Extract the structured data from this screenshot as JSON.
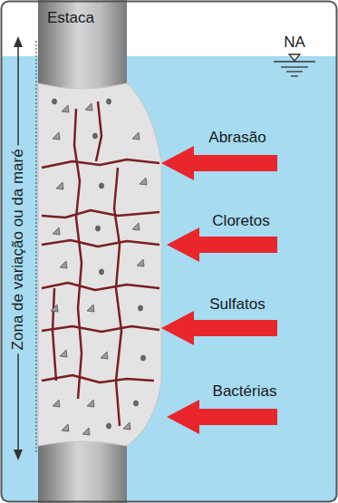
{
  "diagram": {
    "labels": [
      "Estaca",
      "NA",
      "Abrasão",
      "Cloretos",
      "Sulfatos",
      "Bactérias",
      "Zona de variação ou da maré"
    ]
  }
}
